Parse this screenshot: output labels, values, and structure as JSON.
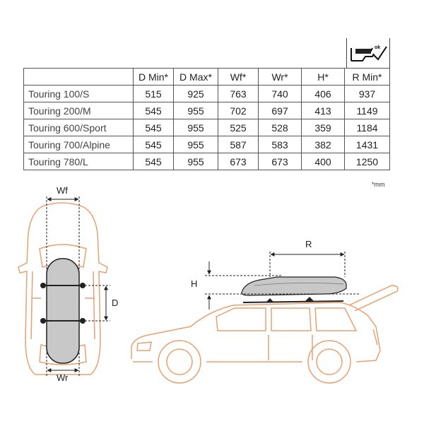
{
  "table": {
    "headers": [
      "",
      "D Min*",
      "D Max*",
      "Wf*",
      "Wr*",
      "H*",
      "R Min*"
    ],
    "rows": [
      {
        "model": "Touring 100/S",
        "values": [
          "515",
          "925",
          "763",
          "740",
          "406",
          "937"
        ]
      },
      {
        "model": "Touring 200/M",
        "values": [
          "545",
          "955",
          "702",
          "697",
          "413",
          "1149"
        ]
      },
      {
        "model": "Touring 600/Sport",
        "values": [
          "545",
          "955",
          "525",
          "528",
          "359",
          "1184"
        ]
      },
      {
        "model": "Touring 700/Alpine",
        "values": [
          "545",
          "955",
          "587",
          "583",
          "382",
          "1431"
        ]
      },
      {
        "model": "Touring 780/L",
        "values": [
          "545",
          "955",
          "673",
          "673",
          "400",
          "1250"
        ]
      }
    ],
    "unit_note": "*mm"
  },
  "tailgate_icon": {
    "name": "tailgate-ok-icon",
    "label": "ok"
  },
  "diagram_labels": {
    "wf": "Wf",
    "wr": "Wr",
    "d": "D",
    "h": "H",
    "r": "R"
  },
  "colors": {
    "car_outline": "#e8a070",
    "box_fill": "#c8c8c8",
    "line": "#222222"
  }
}
